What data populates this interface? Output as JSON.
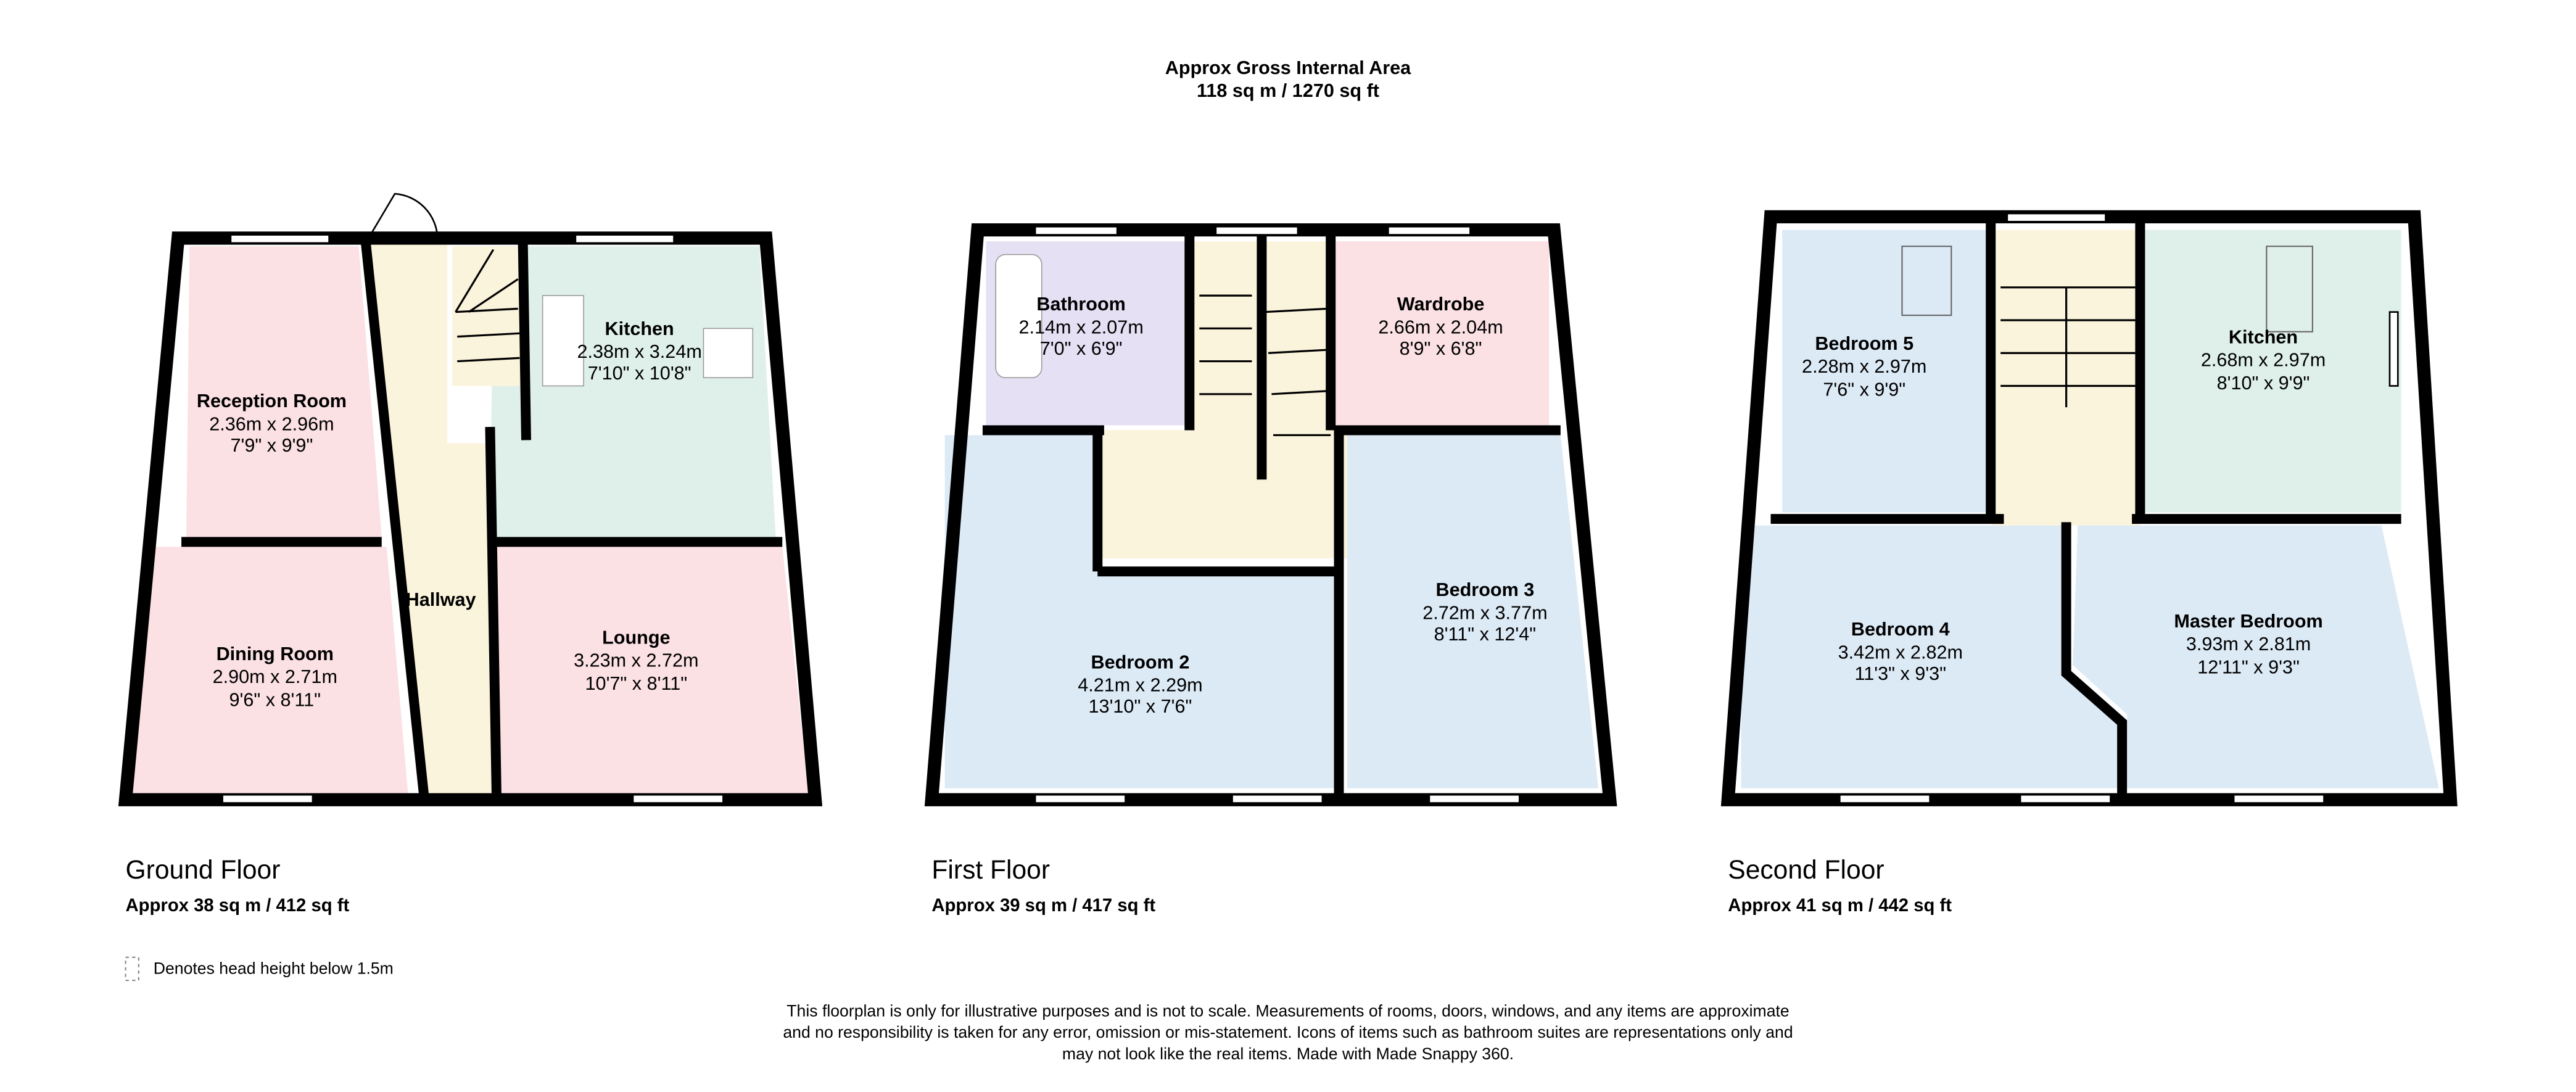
{
  "header": {
    "title": "Approx Gross Internal Area",
    "area": "118 sq m / 1270 sq ft"
  },
  "colors": {
    "pink": "#fbe0e4",
    "beige": "#fbf4dc",
    "green": "#dff0ea",
    "blue": "#dceaf6",
    "purple": "#e6e0f4",
    "wall": "#000000"
  },
  "floors": [
    {
      "name": "Ground Floor",
      "area": "Approx 38 sq m / 412 sq ft",
      "rooms": [
        {
          "name": "Reception Room",
          "metric": "2.36m x 2.96m",
          "imperial": "7'9\" x 9'9\""
        },
        {
          "name": "Kitchen",
          "metric": "2.38m x 3.24m",
          "imperial": "7'10\" x 10'8\""
        },
        {
          "name": "Hallway"
        },
        {
          "name": "Dining Room",
          "metric": "2.90m x 2.71m",
          "imperial": "9'6\" x 8'11\""
        },
        {
          "name": "Lounge",
          "metric": "3.23m x 2.72m",
          "imperial": "10'7\" x 8'11\""
        }
      ]
    },
    {
      "name": "First Floor",
      "area": "Approx 39 sq m / 417 sq ft",
      "rooms": [
        {
          "name": "Bathroom",
          "metric": "2.14m x 2.07m",
          "imperial": "7'0\" x 6'9\""
        },
        {
          "name": "Wardrobe",
          "metric": "2.66m x 2.04m",
          "imperial": "8'9\" x 6'8\""
        },
        {
          "name": "Bedroom 2",
          "metric": "4.21m x 2.29m",
          "imperial": "13'10\" x 7'6\""
        },
        {
          "name": "Bedroom 3",
          "metric": "2.72m x 3.77m",
          "imperial": "8'11\" x 12'4\""
        }
      ]
    },
    {
      "name": "Second Floor",
      "area": "Approx 41 sq m / 442 sq ft",
      "rooms": [
        {
          "name": "Bedroom 5",
          "metric": "2.28m x 2.97m",
          "imperial": "7'6\" x 9'9\""
        },
        {
          "name": "Kitchen",
          "metric": "2.68m x 2.97m",
          "imperial": "8'10\" x 9'9\""
        },
        {
          "name": "Bedroom 4",
          "metric": "3.42m x 2.82m",
          "imperial": "11'3\" x 9'3\""
        },
        {
          "name": "Master Bedroom",
          "metric": "3.93m x 2.81m",
          "imperial": "12'11\" x 9'3\""
        }
      ]
    }
  ],
  "legend": {
    "text": "Denotes head height below 1.5m"
  },
  "disclaimer": [
    "This floorplan is only for illustrative purposes and is not to scale. Measurements of rooms, doors, windows, and any items are approximate",
    "and no responsibility is taken for any error, omission or mis-statement. Icons of items such as bathroom suites are representations only and",
    "may not look like the real items. Made with Made Snappy 360."
  ]
}
